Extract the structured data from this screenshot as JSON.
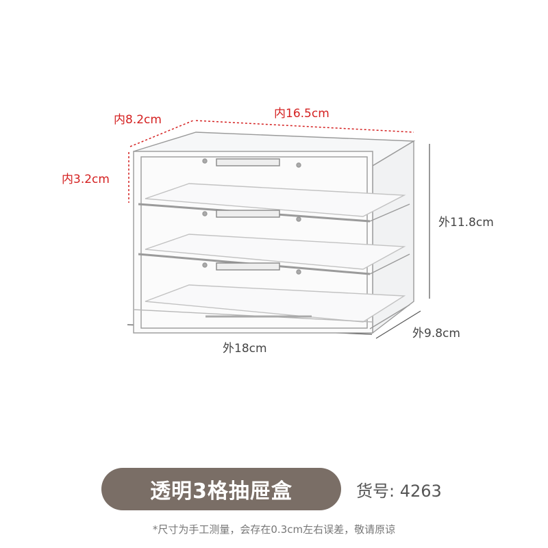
{
  "dimensions": {
    "inner_depth": "内8.2cm",
    "inner_width": "内16.5cm",
    "inner_height": "内3.2cm",
    "outer_height": "外11.8cm",
    "outer_width": "外18cm",
    "outer_depth": "外9.8cm"
  },
  "product": {
    "title": "透明3格抽屉盒",
    "sku": "货号: 4263",
    "note": "*尺寸为手工测量，会存在0.3cm左右误差，敬请原谅"
  },
  "colors": {
    "pill": "#7a6e66",
    "inner_dim": "#d42020",
    "outer_dim": "#444444"
  }
}
